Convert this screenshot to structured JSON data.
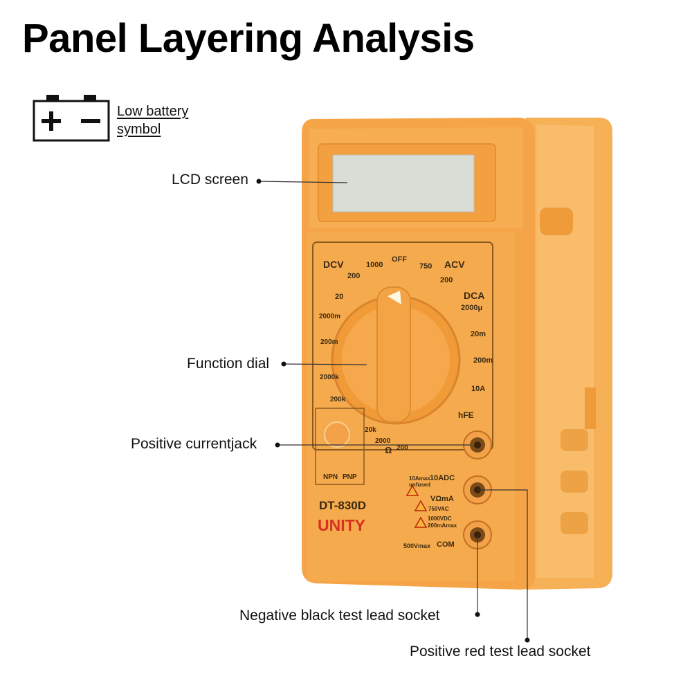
{
  "title": "Panel Layering Analysis",
  "legend": {
    "icon": "battery-icon",
    "line1": "Low battery",
    "line2": "symbol"
  },
  "callouts": {
    "lcd": "LCD screen",
    "dial": "Function dial",
    "current_jack": "Positive currentjack",
    "negative_socket": "Negative black test lead socket",
    "positive_socket": "Positive red test lead socket"
  },
  "device": {
    "model": "DT-830D",
    "brand": "UNITY",
    "off": "OFF",
    "dcv": "DCV",
    "acv": "ACV",
    "dca": "DCA",
    "dcv_ranges": [
      "1000",
      "200",
      "20",
      "2000m",
      "200m"
    ],
    "acv_ranges": [
      "750",
      "200"
    ],
    "dca_ranges": [
      "2000μ",
      "20m",
      "200m",
      "10A"
    ],
    "hfe": "hFE",
    "ohm_ranges": [
      "2000k",
      "200k",
      "20k",
      "2000",
      "200"
    ],
    "ohm_symbol": "Ω",
    "npn": "NPN",
    "pnp": "PNP",
    "jack_10adc": "10ADC",
    "jack_vma": "VΩmA",
    "jack_com": "COM",
    "warn_10a_1": "10Amax",
    "warn_10a_2": "unfused",
    "warn_750": "750VAC",
    "warn_1000_1": "1000VDC",
    "warn_1000_2": "200mAmax",
    "warn_500": "500Vmax",
    "colors": {
      "body": "#f7a94a",
      "body_dark": "#e08c2a",
      "lcd": "#d9ddd6",
      "brand": "#d8311f"
    }
  }
}
